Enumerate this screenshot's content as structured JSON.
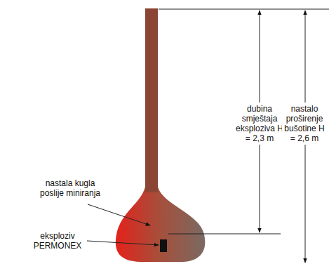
{
  "diagram": {
    "labels": [
      "nastala kugla poslije miniranja",
      "eksploziv PERMONEX",
      "dubina smještaja eksploziva H = 2,3 m",
      "nastalo proširenje bušotine H = 2,6 m"
    ]
  }
}
